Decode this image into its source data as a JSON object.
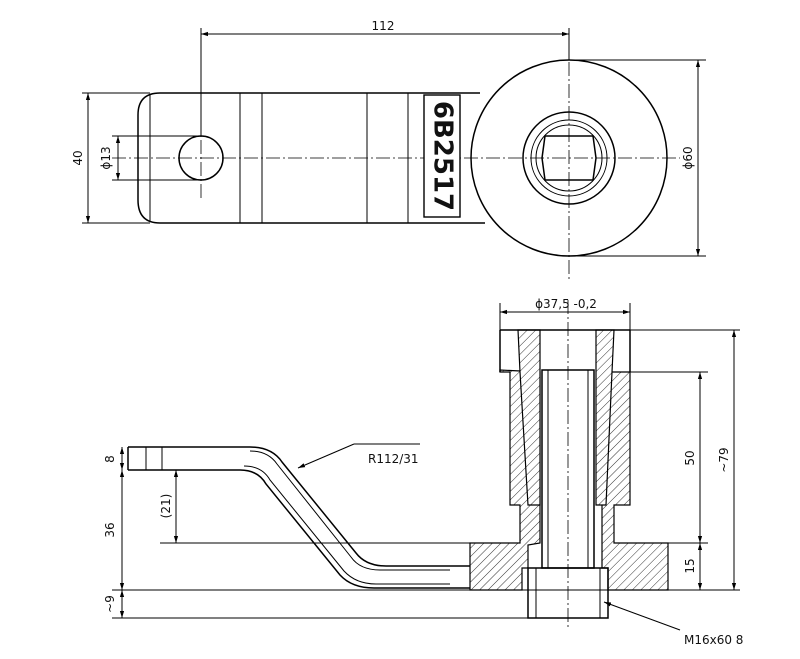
{
  "top_view": {
    "dim_length": "112",
    "dim_height": "40",
    "dim_hole": "ϕ13",
    "dim_wheel": "ϕ60",
    "part_label": "6B2517"
  },
  "side_view": {
    "dim_bore": "ϕ37,5  -0,2",
    "dim_radius": "R112/31",
    "dim_thickness": "8",
    "dim_offset": "36",
    "dim_offset_ref": "(21)",
    "dim_bottom": "~9",
    "dim_50": "50",
    "dim_79": "~79",
    "dim_15": "15",
    "bolt_spec": "M16x60  8"
  },
  "colors": {
    "line": "#000000",
    "background": "#ffffff",
    "label_box": "#ffffff"
  }
}
